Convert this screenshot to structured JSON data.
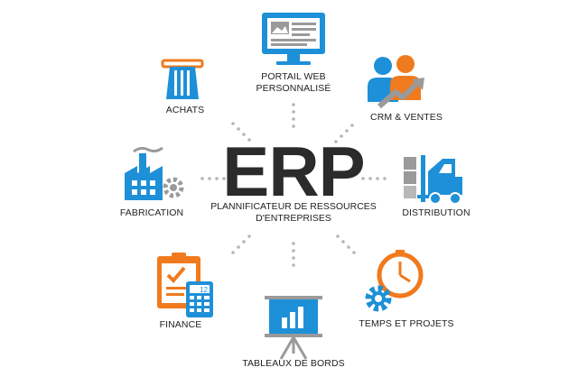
{
  "center": {
    "title": "ERP",
    "subtitle_line1": "PLANNIFICATEUR DE RESSOURCES",
    "subtitle_line2": "D'ENTREPRISES"
  },
  "modules": {
    "portail": {
      "line1": "PORTAIL WEB",
      "line2": "PERSONNALISÉ",
      "icon": "monitor-icon"
    },
    "crm": {
      "label": "CRM & VENTES",
      "icon": "people-chart-icon"
    },
    "achats": {
      "label": "ACHATS",
      "icon": "card-slot-icon"
    },
    "fabrication": {
      "label": "FABRICATION",
      "icon": "factory-icon"
    },
    "distribution": {
      "label": "DISTRIBUTION",
      "icon": "forklift-icon"
    },
    "finance": {
      "label": "FINANCE",
      "icon": "clipboard-calculator-icon"
    },
    "temps": {
      "label": "TEMPS ET PROJETS",
      "icon": "clock-gear-icon"
    },
    "tableaux": {
      "label": "TABLEAUX DE BORDS",
      "icon": "presentation-board-icon"
    },
    "calculator_display": "12"
  },
  "colors": {
    "blue": "#1e90d8",
    "orange": "#f07a1e",
    "gray": "#9a9a9a",
    "dark": "#2b2b2b"
  }
}
